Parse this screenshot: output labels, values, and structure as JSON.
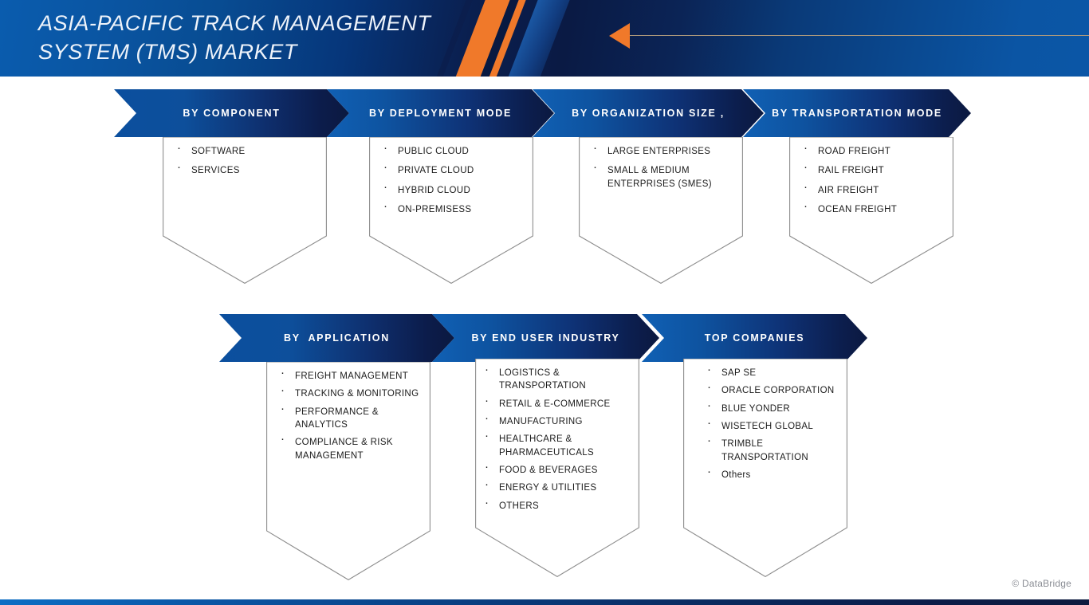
{
  "header": {
    "title": "Asia-Pacific Track Management\nSystem (TMS) Market",
    "accent_orange": "#f0792a",
    "accent_blue": "#0b4f9e",
    "rule_color": "#b09a7c"
  },
  "rows": [
    {
      "cards": [
        {
          "banner": "BY COMPONENT",
          "items": [
            "SOFTWARE",
            "SERVICES"
          ]
        },
        {
          "banner": "BY DEPLOYMENT MODE",
          "items": [
            "PUBLIC CLOUD",
            "PRIVATE CLOUD",
            "HYBRID CLOUD",
            "ON-PREMISESS"
          ]
        },
        {
          "banner": "BY ORGANIZATION SIZE ,",
          "items": [
            "LARGE ENTERPRISES",
            "SMALL & MEDIUM ENTERPRISES (SMES)"
          ]
        },
        {
          "banner": "BY TRANSPORTATION MODE",
          "items": [
            "ROAD FREIGHT",
            "RAIL FREIGHT",
            "AIR FREIGHT",
            "OCEAN FREIGHT"
          ]
        }
      ]
    },
    {
      "cards": [
        {
          "banner": "BY  APPLICATION",
          "items": [
            "FREIGHT MANAGEMENT",
            "TRACKING & MONITORING",
            "PERFORMANCE & ANALYTICS",
            "COMPLIANCE & RISK MANAGEMENT"
          ]
        },
        {
          "banner": "BY END USER INDUSTRY",
          "items": [
            "LOGISTICS & TRANSPORTATION",
            "RETAIL & E-COMMERCE",
            "MANUFACTURING",
            "HEALTHCARE & PHARMACEUTICALS",
            "FOOD & BEVERAGES",
            "ENERGY & UTILITIES",
            "OTHERS"
          ]
        },
        {
          "banner": "TOP COMPANIES",
          "items": [
            "SAP SE",
            "ORACLE CORPORATION",
            "BLUE YONDER",
            "WISETECH GLOBAL",
            "TRIMBLE TRANSPORTATION",
            "Others"
          ]
        }
      ]
    }
  ],
  "footer": {
    "credit": "© DataBridge"
  }
}
